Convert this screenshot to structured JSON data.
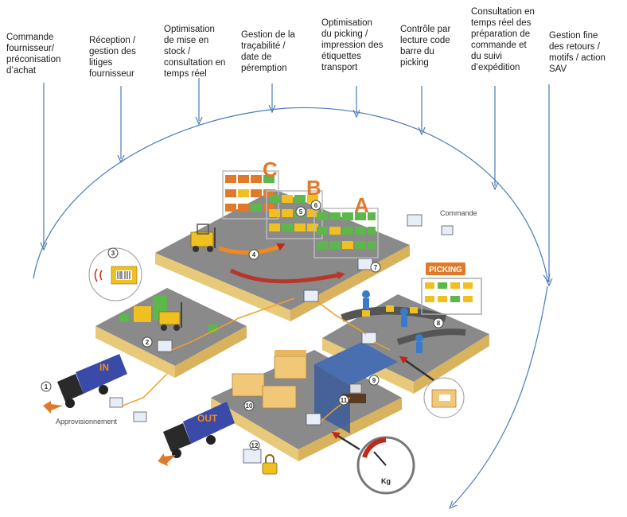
{
  "steps": [
    {
      "label": "Commande\nfournisseur/\npréconisation\nd’achat"
    },
    {
      "label": "Réception /\ngestion des\nlitiges\nfournisseur"
    },
    {
      "label": "Optimisation\nde mise en\nstock /\nconsultation en\ntemps réel"
    },
    {
      "label": "Gestion de la\ntraçabilité /\ndate de\npéremption"
    },
    {
      "label": "Optimisation\ndu picking /\nimpression des\nétiquettes\ntransport"
    },
    {
      "label": "Contrôle par\nlecture code\nbarre du\npicking"
    },
    {
      "label": "Consultation en\ntemps réel des\npréparation de\ncommande et\ndu suivi\nd’expédition"
    },
    {
      "label": "Gestion fine\ndes retours /\nmotifs / action\nSAV"
    }
  ],
  "illustration": {
    "commande_label": "Commande",
    "approvisionnement_label": "Approvisionnement",
    "picking_sign": "PICKING",
    "truck_in_label": "IN",
    "truck_out_label": "OUT",
    "scale_unit": "Kg",
    "shelf_letters": [
      "C",
      "B",
      "A"
    ],
    "step_numbers": [
      "1",
      "2",
      "3",
      "4",
      "5",
      "6",
      "7",
      "8",
      "9",
      "10",
      "11",
      "12"
    ]
  },
  "colors": {
    "arrow": "#4a7ab8",
    "platform_top": "#8a8a8a",
    "platform_side": "#e8c979",
    "box_orange": "#e07a2a",
    "box_yellow": "#f0c020",
    "box_green": "#5cb84a",
    "truck": "#3a4aa8",
    "flow_red": "#c0281c"
  }
}
